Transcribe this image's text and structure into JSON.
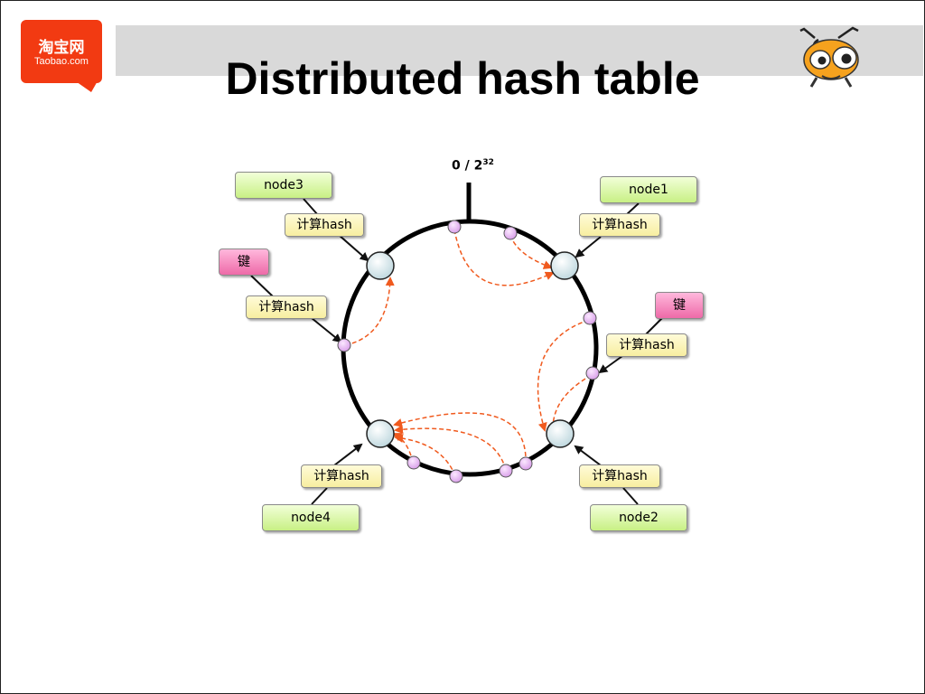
{
  "slide": {
    "title": "Distributed hash table"
  },
  "logo": {
    "cn": "淘宝网",
    "en": "Taobao.com"
  },
  "ring": {
    "zero_label": "0 / 2",
    "zero_exp": "32"
  },
  "nodes": [
    {
      "label": "node1",
      "hash_label": "计算hash"
    },
    {
      "label": "node2",
      "hash_label": "计算hash"
    },
    {
      "label": "node3",
      "hash_label": "计算hash"
    },
    {
      "label": "node4",
      "hash_label": "计算hash"
    }
  ],
  "keys": [
    {
      "label": "键",
      "hash_label": "计算hash"
    },
    {
      "label": "键",
      "hash_label": "计算hash"
    }
  ],
  "colors": {
    "node_green": "#c8f084",
    "hash_yellow": "#f7eea0",
    "key_pink": "#ee6aa8",
    "arrow_orange": "#f05a1e",
    "key_point": "#e8b8f0",
    "logo_red": "#f23a12"
  }
}
